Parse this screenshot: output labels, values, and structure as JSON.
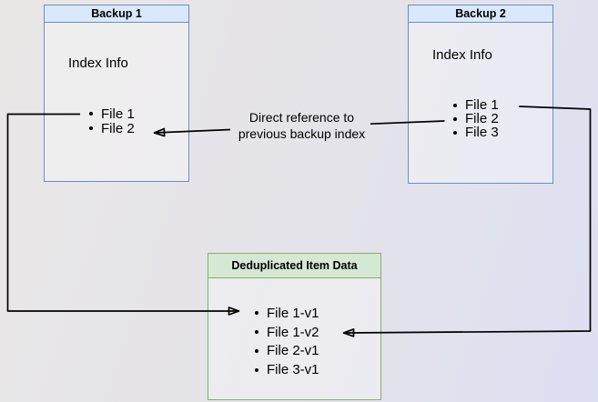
{
  "diagram": {
    "backup1": {
      "title": "Backup 1",
      "section_label": "Index Info",
      "files": [
        "File 1",
        "File 2"
      ]
    },
    "backup2": {
      "title": "Backup 2",
      "section_label": "Index Info",
      "files": [
        "File 1",
        "File 2",
        "File 3"
      ]
    },
    "dedup": {
      "title": "Deduplicated Item Data",
      "items": [
        "File 1-v1",
        "File 1-v2",
        "File 2-v1",
        "File 3-v1"
      ]
    },
    "annotation": {
      "line1": "Direct reference to",
      "line2": "previous backup index"
    },
    "colors": {
      "blue_fill": "#dae8fc",
      "blue_border": "#6c8ebf",
      "green_fill": "#d5e8d4",
      "green_border": "#82b366",
      "connector": "#000000",
      "background_left": "#e9e7e6",
      "background_right": "#dde0f2"
    }
  }
}
